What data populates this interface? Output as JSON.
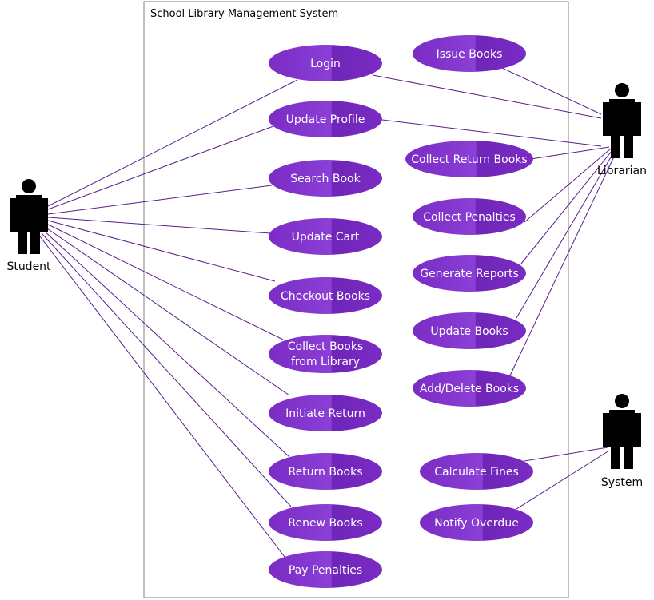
{
  "title": "School Library Management System",
  "actors": {
    "student": "Student",
    "librarian": "Librarian",
    "system": "System"
  },
  "use_cases": {
    "login": "Login",
    "update_profile": "Update Profile",
    "search_book": "Search Book",
    "update_cart": "Update Cart",
    "checkout_books": "Checkout Books",
    "collect_books_line1": "Collect Books",
    "collect_books_line2": "from Library",
    "initiate_return": "Initiate Return",
    "return_books": "Return Books",
    "renew_books": "Renew Books",
    "pay_penalties": "Pay Penalties",
    "issue_books": "Issue Books",
    "collect_return_books": "Collect Return Books",
    "collect_penalties": "Collect Penalties",
    "generate_reports": "Generate Reports",
    "update_books": "Update Books",
    "add_delete_books": "Add/Delete Books",
    "calculate_fines": "Calculate Fines",
    "notify_overdue": "Notify Overdue"
  },
  "colors": {
    "usecase_fill": "#7e2fc9",
    "usecase_highlight": "#9a52dc",
    "line": "#5a1d8a",
    "actor": "#000000",
    "boundary": "#808080"
  }
}
